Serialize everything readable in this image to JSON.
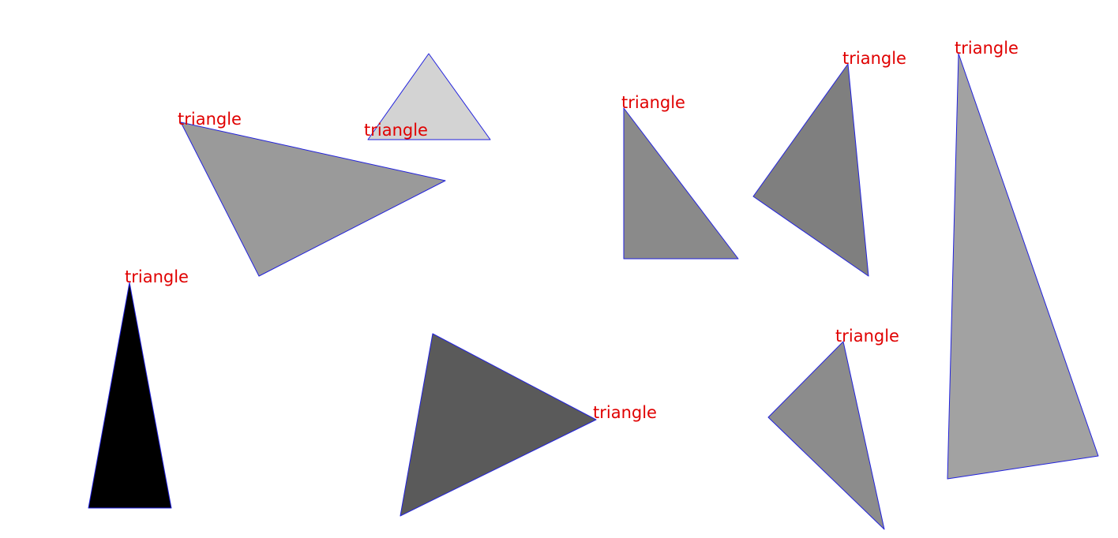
{
  "colors": {
    "outline": "#2222dd",
    "label": "#e00000",
    "background": "#ffffff"
  },
  "shapes": [
    {
      "label": "triangle",
      "fill": "#d3d3d3"
    },
    {
      "label": "triangle",
      "fill": "#9a9a9a"
    },
    {
      "label": "triangle",
      "fill": "#8a8a8a"
    },
    {
      "label": "triangle",
      "fill": "#7f7f7f"
    },
    {
      "label": "triangle",
      "fill": "#a2a2a2"
    },
    {
      "label": "triangle",
      "fill": "#000000"
    },
    {
      "label": "triangle",
      "fill": "#5a5a5a"
    },
    {
      "label": "triangle",
      "fill": "#8c8c8c"
    }
  ]
}
